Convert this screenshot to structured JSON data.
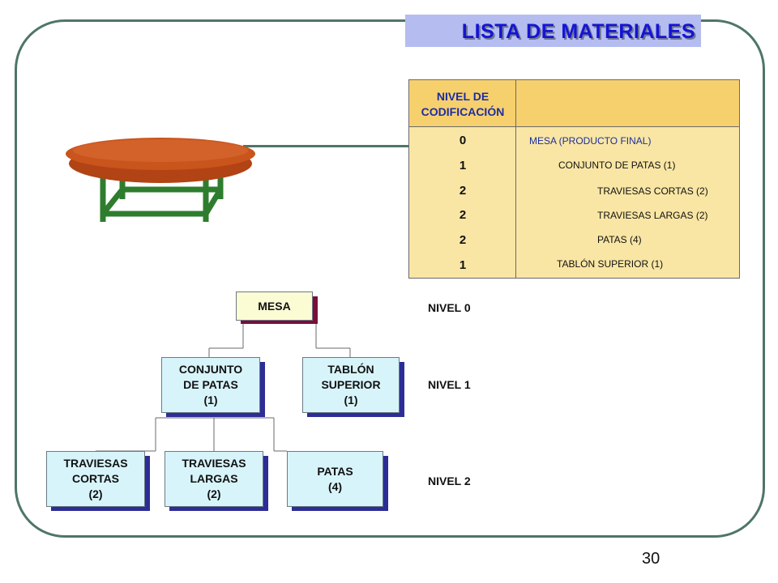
{
  "title": "LISTA DE MATERIALES",
  "bom": {
    "header": "NIVEL DE\nCODIFICACIÓN",
    "rows": [
      {
        "level": "0",
        "item": "MESA (PRODUCTO FINAL)"
      },
      {
        "level": "1",
        "item": "CONJUNTO  DE PATAS (1)"
      },
      {
        "level": "2",
        "item": "TRAVIESAS CORTAS (2)"
      },
      {
        "level": "2",
        "item": "TRAVIESAS LARGAS (2)"
      },
      {
        "level": "2",
        "item": "PATAS (4)"
      },
      {
        "level": "1",
        "item": "TABLÓN SUPERIOR (1)"
      }
    ]
  },
  "tree": {
    "mesa": "MESA",
    "conjunto": "CONJUNTO\nDE PATAS\n(1)",
    "tablon": "TABLÓN\nSUPERIOR\n(1)",
    "cortas": "TRAVIESAS\nCORTAS\n(2)",
    "largas": "TRAVIESAS\nLARGAS\n(2)",
    "patas": "PATAS\n(4)"
  },
  "levels": [
    "NIVEL 0",
    "NIVEL 1",
    "NIVEL 2"
  ],
  "page_number": "30",
  "colors": {
    "frame": "#4e7668",
    "title_text": "#1414d2",
    "title_bg": "#b4bcf0",
    "table_header": "#f7d06e",
    "table_body": "#f9e6a4",
    "node_fill": "#d8f4fb",
    "node_shadow": "#2d2d96",
    "mesa_fill": "#fbfbd4",
    "mesa_shadow": "#7a0e38",
    "table_top": "#c9541c",
    "table_legs": "#2e7d2e"
  }
}
